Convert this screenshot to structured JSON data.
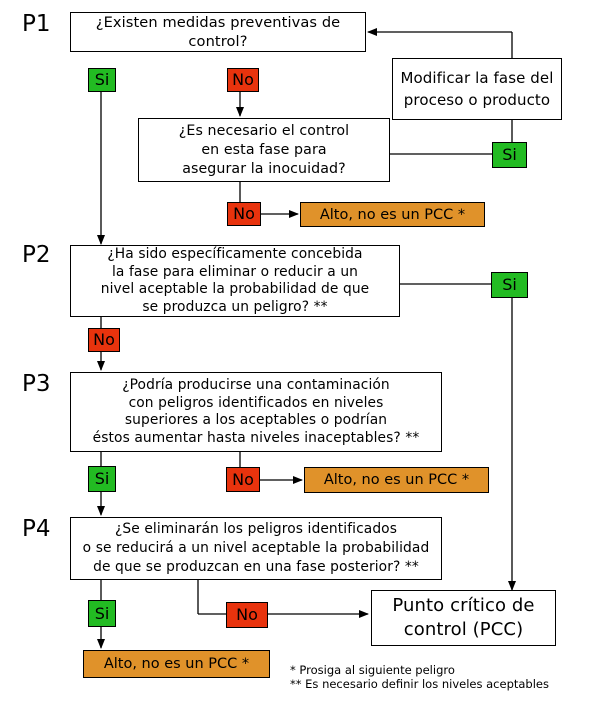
{
  "steps": {
    "p1": "P1",
    "p2": "P2",
    "p3": "P3",
    "p4": "P4"
  },
  "questions": {
    "q1": "¿Existen medidas preventivas de control?",
    "q1b": "¿Es necesario el control\nen esta fase para\nasegurar la inocuidad?",
    "q2": "¿Ha sido específicamente concebida\nla fase para eliminar o reducir a un\nnivel aceptable la probabilidad de que\nse produzca un peligro? **",
    "q3": "¿Podría producirse una contaminación\ncon peligros identificados en niveles\nsuperiores a los aceptables o podrían\néstos aumentar hasta niveles inaceptables? **",
    "q4": "¿Se eliminarán los peligros identificados\no se reducirá a un nivel aceptable la probabilidad\nde que se produzcan en una fase posterior? **"
  },
  "modify_box": "Modificar la fase del\nproceso o producto",
  "pcc_box": "Punto crítico de\ncontrol (PCC)",
  "labels": {
    "yes": "Si",
    "no": "No",
    "stop": "Alto, no es un PCC *"
  },
  "footnotes": {
    "single": "*  Prosiga al siguiente peligro",
    "double": "** Es necesario definir los niveles aceptables"
  },
  "colors": {
    "yes": "#22bb22",
    "no": "#e8330d",
    "stop": "#e0922a"
  }
}
